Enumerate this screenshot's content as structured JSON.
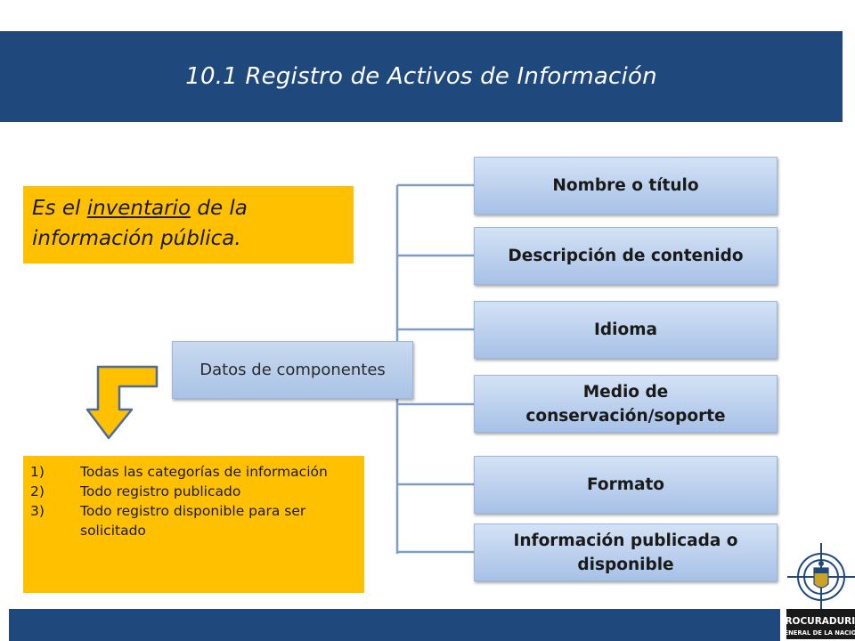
{
  "slide": {
    "title": "10.1 Registro de Activos de Información"
  },
  "definition": {
    "prefix": "Es el ",
    "emphasis": "inventario",
    "suffix": " de la información pública."
  },
  "list": {
    "items": [
      {
        "number": "1)",
        "text": "Todas las categorías de información"
      },
      {
        "number": "2)",
        "text": "Todo registro publicado"
      },
      {
        "number": "3)",
        "text": "Todo registro disponible para ser solicitado"
      }
    ]
  },
  "diagram": {
    "root": "Datos de componentes",
    "children": [
      "Nombre o título",
      "Descripción de contenido",
      "Idioma",
      "Medio de conservación/soporte",
      "Formato",
      "Información publicada o disponible"
    ]
  },
  "colors": {
    "header": "#1f497d",
    "highlight": "#ffc000",
    "node": "#a9c3e6"
  },
  "logo": {
    "line1": "PROCURADURIA",
    "line2": "GENERAL DE LA NACION"
  }
}
